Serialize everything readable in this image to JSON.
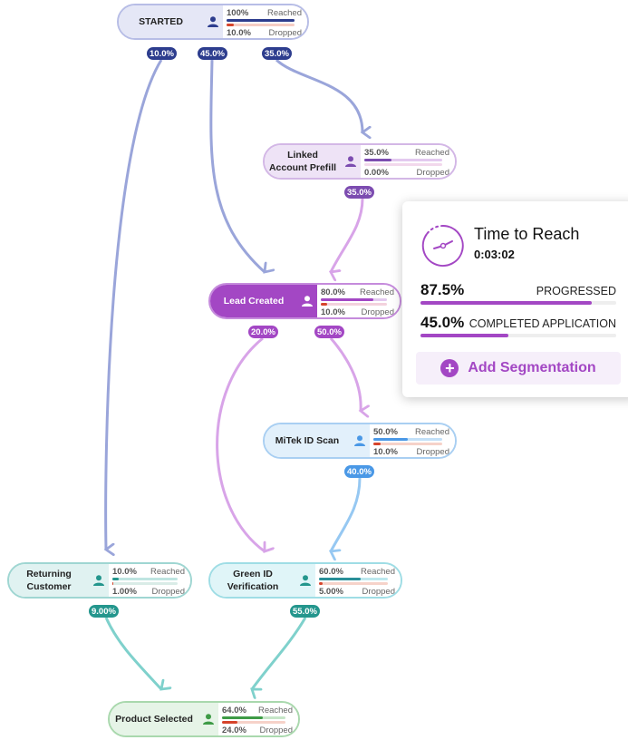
{
  "colors": {
    "navy": "#2d3d8e",
    "purple": "#a347c4",
    "blue": "#4a98e6",
    "teal": "#24968d",
    "green": "#3e9b46",
    "dropped_red": "#d6442b"
  },
  "nodes": {
    "started": {
      "name": "STARTED",
      "reached_pct": "100%",
      "reached_label": "Reached",
      "dropped_pct": "10.0%",
      "dropped_label": "Dropped",
      "reached_fill": 1.0,
      "dropped_fill": 0.1
    },
    "linked": {
      "name": "Linked Account Prefill",
      "reached_pct": "35.0%",
      "reached_label": "Reached",
      "dropped_pct": "0.00%",
      "dropped_label": "Dropped",
      "reached_fill": 0.35,
      "dropped_fill": 0.0
    },
    "lead": {
      "name": "Lead Created",
      "reached_pct": "80.0%",
      "reached_label": "Reached",
      "dropped_pct": "10.0%",
      "dropped_label": "Dropped",
      "reached_fill": 0.8,
      "dropped_fill": 0.1
    },
    "mitek": {
      "name": "MiTek ID Scan",
      "reached_pct": "50.0%",
      "reached_label": "Reached",
      "dropped_pct": "10.0%",
      "dropped_label": "Dropped",
      "reached_fill": 0.5,
      "dropped_fill": 0.1
    },
    "returning": {
      "name": "Returning Customer",
      "reached_pct": "10.0%",
      "reached_label": "Reached",
      "dropped_pct": "1.00%",
      "dropped_label": "Dropped",
      "reached_fill": 0.1,
      "dropped_fill": 0.01
    },
    "green": {
      "name": "Green ID Verification",
      "reached_pct": "60.0%",
      "reached_label": "Reached",
      "dropped_pct": "5.00%",
      "dropped_label": "Dropped",
      "reached_fill": 0.6,
      "dropped_fill": 0.05
    },
    "product": {
      "name": "Product Selected",
      "reached_pct": "64.0%",
      "reached_label": "Reached",
      "dropped_pct": "24.0%",
      "dropped_label": "Dropped",
      "reached_fill": 0.64,
      "dropped_fill": 0.24
    }
  },
  "edges": {
    "started_returning": "10.0%",
    "started_lead": "45.0%",
    "started_linked": "35.0%",
    "linked_lead": "35.0%",
    "lead_green": "20.0%",
    "lead_mitek": "50.0%",
    "mitek_green": "40.0%",
    "returning_product": "9.00%",
    "green_product": "55.0%"
  },
  "panel": {
    "title": "Time to Reach",
    "time": "0:03:02",
    "icon": "stopwatch-icon",
    "progressed": {
      "value": "87.5%",
      "label": "PROGRESSED",
      "fill": 0.875
    },
    "completed": {
      "value": "45.0%",
      "label": "COMPLETED APPLICATION",
      "fill": 0.45
    },
    "add_segmentation": "Add Segmentation"
  }
}
